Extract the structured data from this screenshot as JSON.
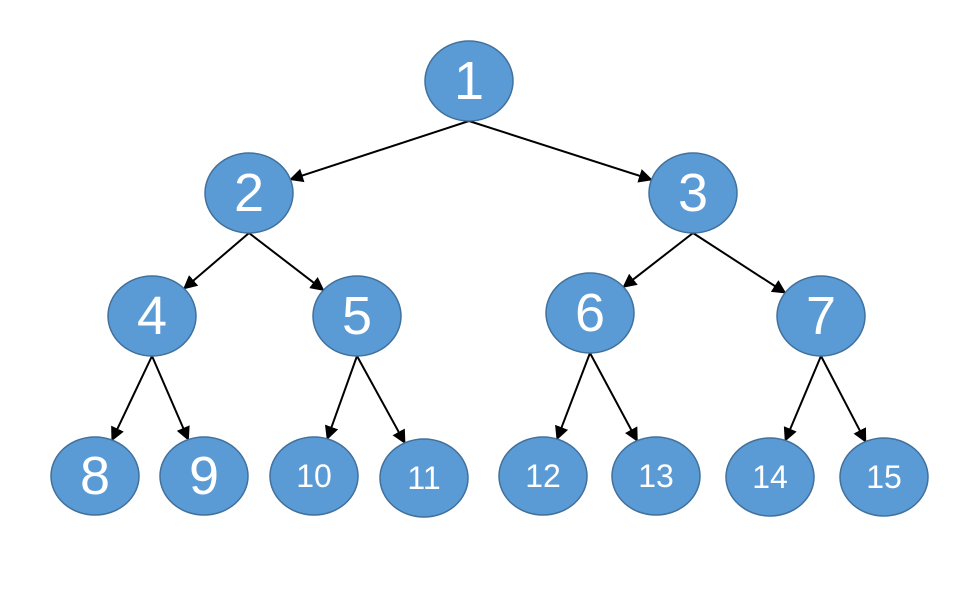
{
  "tree": {
    "fill_color": "#5b9bd5",
    "stroke_color": "#41719c",
    "label_color": "#ffffff",
    "edge_color": "#000000",
    "nodes": [
      {
        "id": "1",
        "label": "1"
      },
      {
        "id": "2",
        "label": "2"
      },
      {
        "id": "3",
        "label": "3"
      },
      {
        "id": "4",
        "label": "4"
      },
      {
        "id": "5",
        "label": "5"
      },
      {
        "id": "6",
        "label": "6"
      },
      {
        "id": "7",
        "label": "7"
      },
      {
        "id": "8",
        "label": "8"
      },
      {
        "id": "9",
        "label": "9"
      },
      {
        "id": "10",
        "label": "10"
      },
      {
        "id": "11",
        "label": "11"
      },
      {
        "id": "12",
        "label": "12"
      },
      {
        "id": "13",
        "label": "13"
      },
      {
        "id": "14",
        "label": "14"
      },
      {
        "id": "15",
        "label": "15"
      }
    ],
    "edges": [
      {
        "from": "1",
        "to": "2"
      },
      {
        "from": "1",
        "to": "3"
      },
      {
        "from": "2",
        "to": "4"
      },
      {
        "from": "2",
        "to": "5"
      },
      {
        "from": "3",
        "to": "6"
      },
      {
        "from": "3",
        "to": "7"
      },
      {
        "from": "4",
        "to": "8"
      },
      {
        "from": "4",
        "to": "9"
      },
      {
        "from": "5",
        "to": "10"
      },
      {
        "from": "5",
        "to": "11"
      },
      {
        "from": "6",
        "to": "12"
      },
      {
        "from": "6",
        "to": "13"
      },
      {
        "from": "7",
        "to": "14"
      },
      {
        "from": "7",
        "to": "15"
      }
    ]
  }
}
